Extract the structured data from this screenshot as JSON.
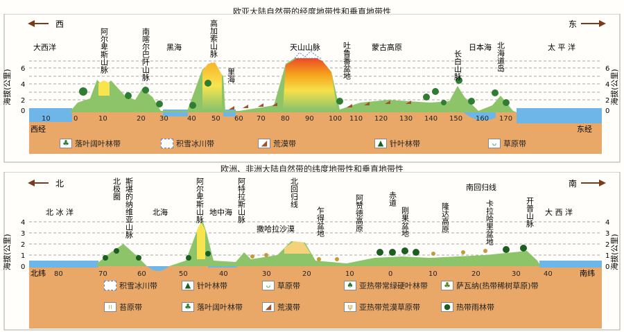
{
  "top": {
    "title": "欧亚大陆自然带的经度地带性和垂直地带性",
    "dir_left": "西",
    "dir_right": "东",
    "yaxis_label": "海拔(公里)",
    "yticks": [
      "0",
      "2",
      "4",
      "6"
    ],
    "xticks": [
      "10",
      "0",
      "10",
      "20",
      "30",
      "40",
      "50",
      "60",
      "70",
      "80",
      "90",
      "100",
      "110",
      "120",
      "130",
      "140",
      "150",
      "160",
      "170"
    ],
    "west_label": "西经",
    "east_label": "东经",
    "places": [
      {
        "name": "大西洋"
      },
      {
        "name": "阿尔卑斯山脉"
      },
      {
        "name": "南喀尔巴阡山脉"
      },
      {
        "name": "黑海"
      },
      {
        "name": "高加索山脉"
      },
      {
        "name": "里海"
      },
      {
        "name": "天山山脉"
      },
      {
        "name": "吐鲁番盆地"
      },
      {
        "name": "蒙古高原"
      },
      {
        "name": "长白山脉"
      },
      {
        "name": "日本海"
      },
      {
        "name": "北海道岛"
      },
      {
        "name": "太 平 洋"
      }
    ],
    "legend": [
      "落叶阔叶林带",
      "积雪冰川带",
      "荒漠带",
      "针叶林带",
      "草原带"
    ]
  },
  "bottom": {
    "title": "欧洲、非洲大陆自然带的纬度地带性和垂直地带性",
    "dir_left": "北",
    "dir_right": "南",
    "yaxis_label": "海拔(公里)",
    "yticks": [
      "0",
      "1",
      "2",
      "3",
      "4"
    ],
    "xticks": [
      "80",
      "70",
      "60",
      "50",
      "40",
      "30",
      "20",
      "10",
      "0",
      "10",
      "20",
      "30",
      "40"
    ],
    "north_label": "北纬",
    "south_label": "南纬",
    "places": [
      {
        "name": "北 冰 洋"
      },
      {
        "name": "北极圈"
      },
      {
        "name": "斯堪的纳维亚山脉"
      },
      {
        "name": "北海"
      },
      {
        "name": "阿尔卑斯山脉"
      },
      {
        "name": "地中海"
      },
      {
        "name": "阿特拉斯山脉"
      },
      {
        "name": "北回归线"
      },
      {
        "name": "撒哈拉沙漠"
      },
      {
        "name": "乍得盆地"
      },
      {
        "name": "阿赞德高原"
      },
      {
        "name": "赤道"
      },
      {
        "name": "刚果盆地"
      },
      {
        "name": "隆达高原"
      },
      {
        "name": "南回归线"
      },
      {
        "name": "卡拉哈里盆地"
      },
      {
        "name": "开普山脉"
      },
      {
        "name": "大 西 洋"
      }
    ],
    "legend": [
      "积雪冰川带",
      "针叶林带",
      "草原带",
      "亚热带常绿硬叶林带",
      "萨瓦纳(热带稀树草原)带",
      "苔原带",
      "落叶阔叶林带",
      "荒漠带",
      "亚热带荒漠草原带",
      "热带雨林带"
    ]
  },
  "colors": {
    "sea": "#6fb6e8",
    "earth": "#e9a868",
    "green": "#8dc46a",
    "darkgreen": "#2e7d32",
    "snow": "#ffffff",
    "desert": "#f3d27a",
    "arrow": "#7a3b1c"
  }
}
